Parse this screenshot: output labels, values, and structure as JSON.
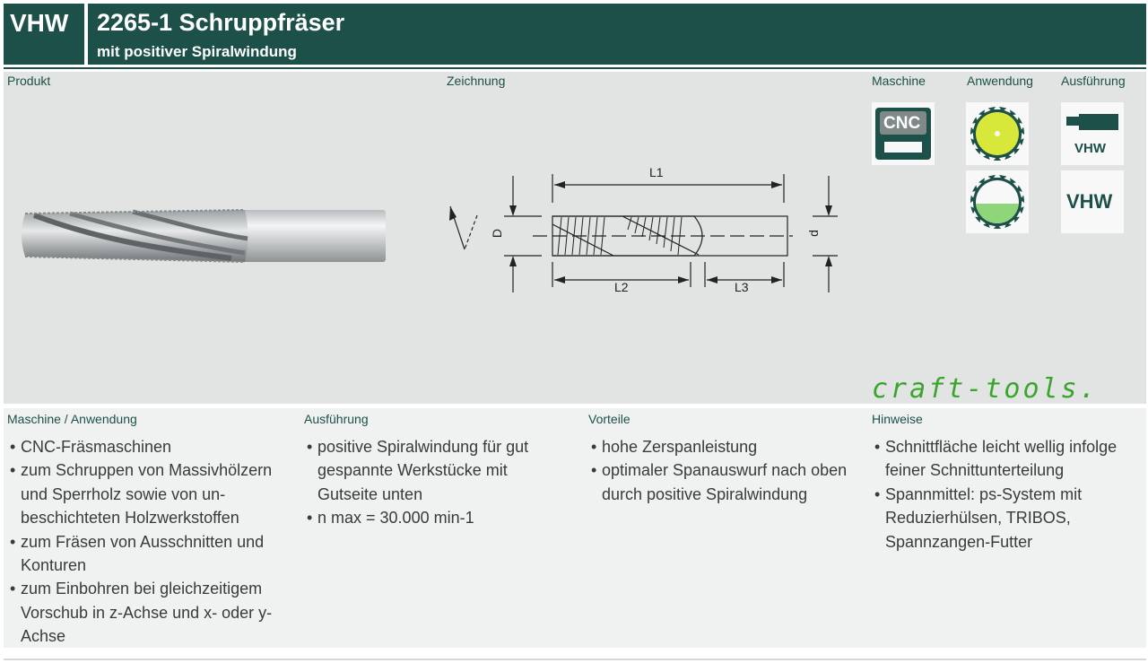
{
  "header": {
    "tag": "VHW",
    "title": "2265-1 Schruppfräser",
    "subtitle": "mit positiver Spiralwindung"
  },
  "product_section": {
    "produkt_label": "Produkt",
    "zeichnung_label": "Zeichnung",
    "maschine_label": "Maschine",
    "anwendung_label": "Anwendung",
    "ausfuehrung_label": "Ausführung"
  },
  "drawing": {
    "l1": "L1",
    "l2": "L2",
    "l3": "L3",
    "d_big": "D",
    "d_small": "d"
  },
  "icons": {
    "cnc_text": "CNC",
    "vhw_small": "VHW",
    "vhw_large": "VHW"
  },
  "brand": "craft-tools.",
  "columns": [
    {
      "heading": "Maschine / Anwendung",
      "items": [
        "CNC-Fräsmaschinen",
        "zum Schruppen von Massivhölzern und Sperrholz sowie von un-beschichteten Holzwerkstoffen",
        "zum Fräsen von Ausschnitten und Konturen",
        "zum Einbohren bei gleichzeitigem Vorschub in z-Achse und x- oder y-Achse"
      ]
    },
    {
      "heading": "Ausführung",
      "items": [
        "positive Spiralwindung für gut gespannte Werkstücke mit Gutseite unten",
        "n max = 30.000 min-1"
      ]
    },
    {
      "heading": "Vorteile",
      "items": [
        "hohe Zerspanleistung",
        "optimaler Spanauswurf nach oben durch positive Spiralwindung"
      ]
    },
    {
      "heading": "Hinweise",
      "items": [
        "Schnittfläche leicht wellig infolge feiner Schnittunterteilung",
        "Spannmittel: ps-System mit Reduzierhülsen, TRIBOS, Spannzangen-Futter"
      ]
    }
  ],
  "colors": {
    "header_bg": "#1c5048",
    "accent_green": "#3aa52c",
    "saw_yellow": "#d8e83a",
    "saw_green": "#8fd67a"
  }
}
